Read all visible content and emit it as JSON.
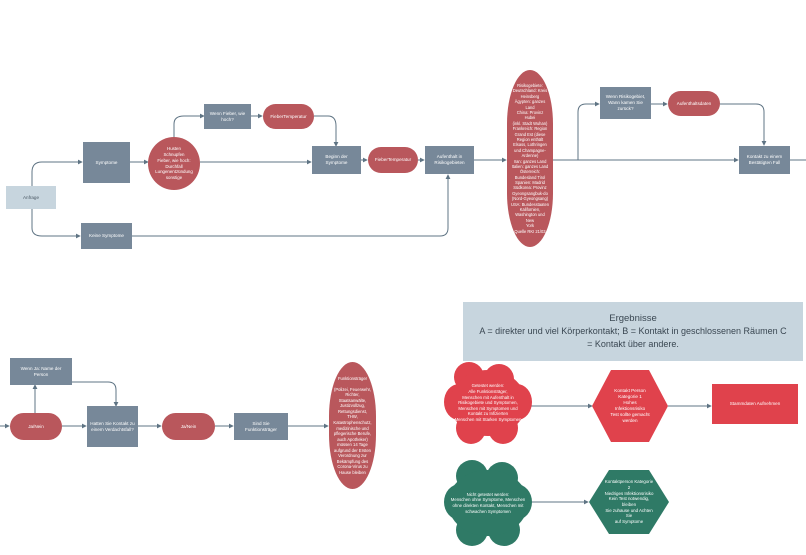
{
  "nodes": {
    "anfrage": "Anfrage",
    "symptome": "Symptome",
    "keine_symptome": "Keine Symptome",
    "husten": "Husten\nSchnupfen\nFieber, wie hoch:\nDurchfall\nLungenentzündung\nsonstige",
    "wenn_fieber": "Wenn Fieber, wie\nhoch?",
    "fiebertemp_1": "FieberTemperatur",
    "beginn_symptome": "Beginn der\nSymptome",
    "fiebertemp_2": "FieberTemperatur",
    "aufenthalt": "Aufenthalt in\nRisikogebieten",
    "risikogebiete": "Risikogebiete:\nDeutschland: Kreis\nHeinsberg\nÄgypten: ganzes\nLand\nChina: Provinz Hubei\n(inkl. Stadt Wuhan)\nFrankreich: Region\nGrand Est (diese\nRegion enthält\nElsass, Lothringen\nund Champagne-\nArdenne)\nIran: ganzes Land\nItalien: ganzes Land\nÖsterreich:\nBundesland Tirol\nSpanien: Madrid\nSüdkorea: Provinz\nGyeongsangbuk-do\n(Nord-Gyeongsang)\nUSA: Bundesstaaten\nKalifornien,\nWashington und New\nYork\nQuelle RKI 21/03",
    "wenn_risikogebiet": "Wenn Risikogebiet,\nWann kamen Sie\nzurück?",
    "aufenthaltsdaten": "Aufenthaltsdaten",
    "kontakt_bestaetigt": "Kontakt zu einem\nBestätigten Fall",
    "wenn_ja": "Wenn Ja: Name der\nPerson",
    "ja_nein_1": "Ja/Nein",
    "hatten_sie": "Hatten Sie Kontakt zu\neinem Verdachtsfall?",
    "ja_nein_2": "Ja/Nein",
    "sind_sie": "Sind Sie\nFunktionsträger",
    "funktionstraeger": "Funktionsträger\n\n(Polizei, Feuerwehr,\nRichter,\nStaatsanwälte,\nJustizvollzug,\nRettungsdienst, THW,\nKatastrophenschutz,\nmedizinische und\npflegerische Berufe,\nauch Apotheker)\nmüssen 14 Tage\naufgrund der Ersten\nVerordnung zur\nBekämpfung des\nCorona-Virus zu\nHause bleiben",
    "getestet": "Getestet werden:\nAlle Funktionsträger,\nMenschen mit Aufenthalt in\nRisikogebiete und Symptomen,\nMenschen mit Symptomen und\nKontakt zu Infizierten\nMenschen mit Starken Symptomen",
    "kontaktperson_1": "Kontakt Person Kategorie 1\nHohes Infektionsrisiko\nTest sollte gemacht werden",
    "stammdaten": "Stammdaten Aufnehmen",
    "nicht_getestet": "Nicht getestet werden:\nMenschen ohne Symptome, Menschen\nohne direkten Kontakt, Menschen mit\nschwachen Symptomen",
    "kontaktperson_2": "Kontaktperson Kategorie\n2\nNiedriges Infektionsrisiko\nKein Test notwendig, bleiben\nSie zuhause und Achten Sie\nauf Symptome"
  },
  "ergebnisse": {
    "title": "Ergebnisse",
    "text": "A = direkter und viel Körperkontakt; B = Kontakt in geschlossenen Räumen C\n= Kontakt über andere."
  },
  "colors": {
    "rect": "#778899",
    "light": "#c7d5de",
    "pill": "#b9575c",
    "red": "#e0424c",
    "green": "#2f7a66",
    "line": "#5f7484"
  }
}
